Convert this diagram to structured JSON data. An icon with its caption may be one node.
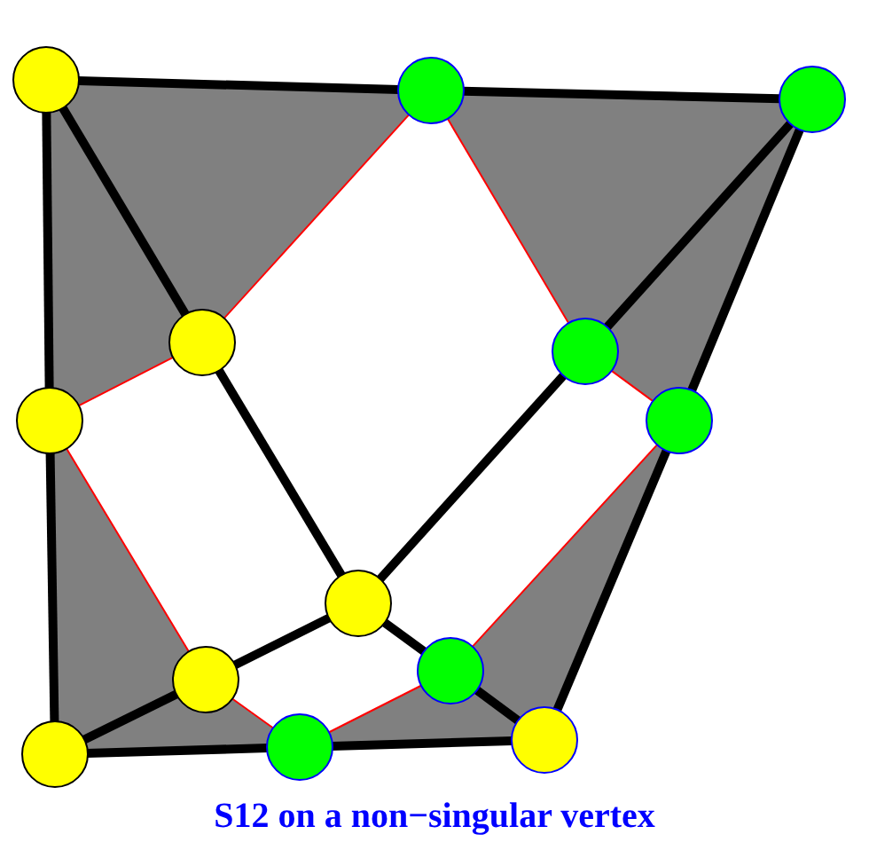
{
  "diagram": {
    "caption": "S12 on a non−singular vertex",
    "nodes": [
      {
        "text": [],
        "shape": "circle"
      },
      {
        "text": [],
        "shape": "circle"
      },
      {
        "text": [],
        "shape": "circle"
      },
      {
        "text": [],
        "shape": "circle"
      },
      {
        "text": [],
        "shape": "circle"
      },
      {
        "text": [],
        "shape": "circle"
      },
      {
        "text": [],
        "shape": "circle"
      },
      {
        "text": [],
        "shape": "circle"
      },
      {
        "text": [],
        "shape": "circle"
      },
      {
        "text": [],
        "shape": "circle"
      },
      {
        "text": [],
        "shape": "circle"
      },
      {
        "text": [],
        "shape": "circle"
      },
      {
        "text": [],
        "shape": "circle"
      }
    ],
    "edges": [
      {
        "from": 0,
        "to": 1,
        "arrow": "none"
      },
      {
        "from": 1,
        "to": 2,
        "arrow": "none"
      },
      {
        "from": 0,
        "to": 6,
        "arrow": "none"
      },
      {
        "from": 6,
        "to": 10,
        "arrow": "none"
      },
      {
        "from": 0,
        "to": 3,
        "arrow": "none"
      },
      {
        "from": 3,
        "to": 7,
        "arrow": "none"
      },
      {
        "from": 2,
        "to": 4,
        "arrow": "none"
      },
      {
        "from": 4,
        "to": 7,
        "arrow": "none"
      },
      {
        "from": 2,
        "to": 5,
        "arrow": "none"
      },
      {
        "from": 5,
        "to": 12,
        "arrow": "none"
      },
      {
        "from": 7,
        "to": 8,
        "arrow": "none"
      },
      {
        "from": 8,
        "to": 10,
        "arrow": "none"
      },
      {
        "from": 7,
        "to": 9,
        "arrow": "none"
      },
      {
        "from": 9,
        "to": 12,
        "arrow": "none"
      },
      {
        "from": 10,
        "to": 11,
        "arrow": "none"
      },
      {
        "from": 11,
        "to": 12,
        "arrow": "none"
      },
      {
        "from": 1,
        "to": 3,
        "arrow": "none",
        "color": "#ff0000"
      },
      {
        "from": 3,
        "to": 6,
        "arrow": "none",
        "color": "#ff0000"
      },
      {
        "from": 1,
        "to": 4,
        "arrow": "none",
        "color": "#ff0000"
      },
      {
        "from": 4,
        "to": 5,
        "arrow": "none",
        "color": "#ff0000"
      },
      {
        "from": 5,
        "to": 9,
        "arrow": "none",
        "color": "#ff0000"
      },
      {
        "from": 9,
        "to": 11,
        "arrow": "none",
        "color": "#ff0000"
      },
      {
        "from": 11,
        "to": 8,
        "arrow": "none",
        "color": "#ff0000"
      },
      {
        "from": 8,
        "to": 6,
        "arrow": "none",
        "color": "#ff0000"
      }
    ]
  }
}
